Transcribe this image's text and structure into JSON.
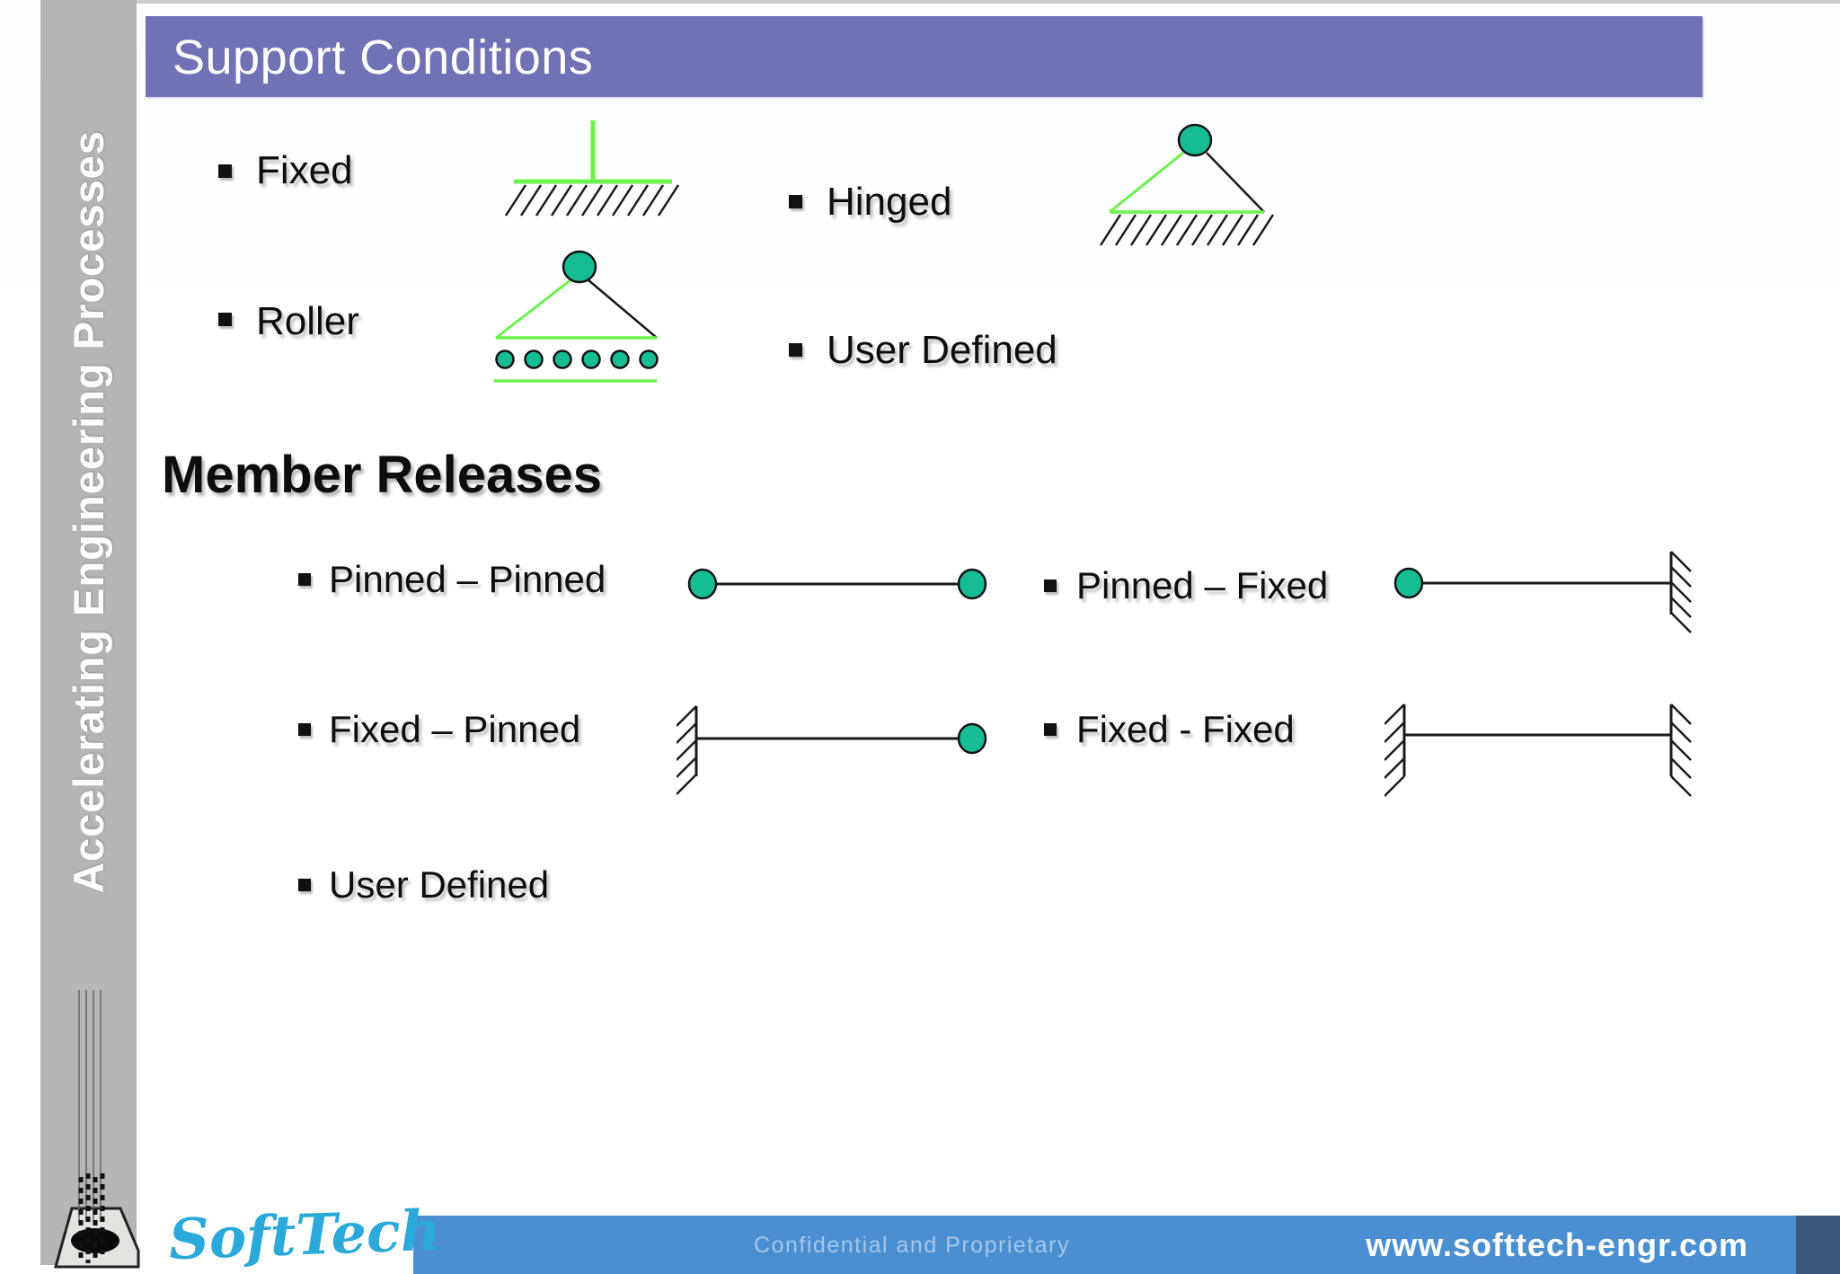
{
  "slide": {
    "title": "Support Conditions",
    "sidebar_text": "Accelerating Engineering Processes",
    "supports": {
      "items": [
        {
          "label": "Fixed",
          "diagram": "fixed-support"
        },
        {
          "label": "Hinged",
          "diagram": "hinged-support"
        },
        {
          "label": "Roller",
          "diagram": "roller-support"
        },
        {
          "label": "User Defined",
          "diagram": "none"
        }
      ]
    },
    "member_releases": {
      "heading": "Member Releases",
      "items": [
        {
          "label": "Pinned – Pinned",
          "diagram": "pinned-pinned"
        },
        {
          "label": "Pinned – Fixed",
          "diagram": "pinned-fixed"
        },
        {
          "label": "Fixed – Pinned",
          "diagram": "fixed-pinned"
        },
        {
          "label": "Fixed - Fixed",
          "diagram": "fixed-fixed"
        },
        {
          "label": "User Defined",
          "diagram": "none"
        }
      ]
    },
    "footer": {
      "logo_text": "SoftTech",
      "confidential": "Confidential and Proprietary",
      "website": "www.softtech-engr.com"
    },
    "colors": {
      "title_bar": "#7171b5",
      "sidebar_gray": "#b5b5b5",
      "diagram_green": "#6bf24c",
      "node_teal": "#17bd92",
      "footer_blue": "#4b8fd3",
      "footer_navy": "#3a587a",
      "logo_blue": "#2aa9da"
    }
  }
}
